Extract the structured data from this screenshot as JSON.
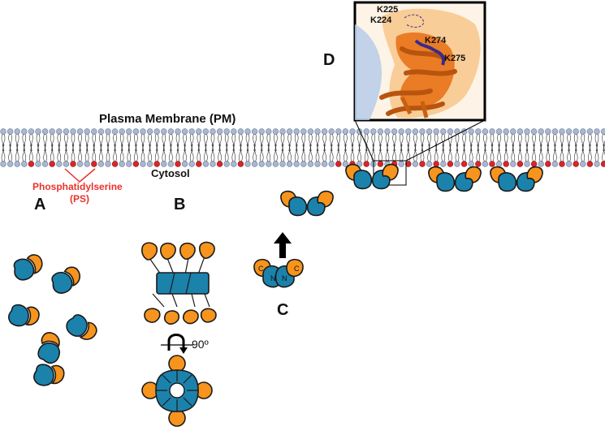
{
  "labels": {
    "membrane": "Plasma Membrane (PM)",
    "cytosol": "Cytosol",
    "ps_name": "Phosphatidylserine",
    "ps_abbr": "(PS)",
    "rotation": "90º",
    "c_left": "C",
    "n_left": "N",
    "n_right": "N",
    "c_right": "C"
  },
  "panels": {
    "a": "A",
    "b": "B",
    "c": "C",
    "d": "D"
  },
  "inset": {
    "residues": {
      "k225": "K225",
      "k224": "K224",
      "k274": "K274",
      "k275": "K275"
    }
  },
  "colors": {
    "orange_domain": "#f7941d",
    "blue_domain": "#1b82ac",
    "ps_lipid": "#d9252b",
    "lipid_head": "#a9b7d0",
    "ps_text": "#e8322c"
  }
}
